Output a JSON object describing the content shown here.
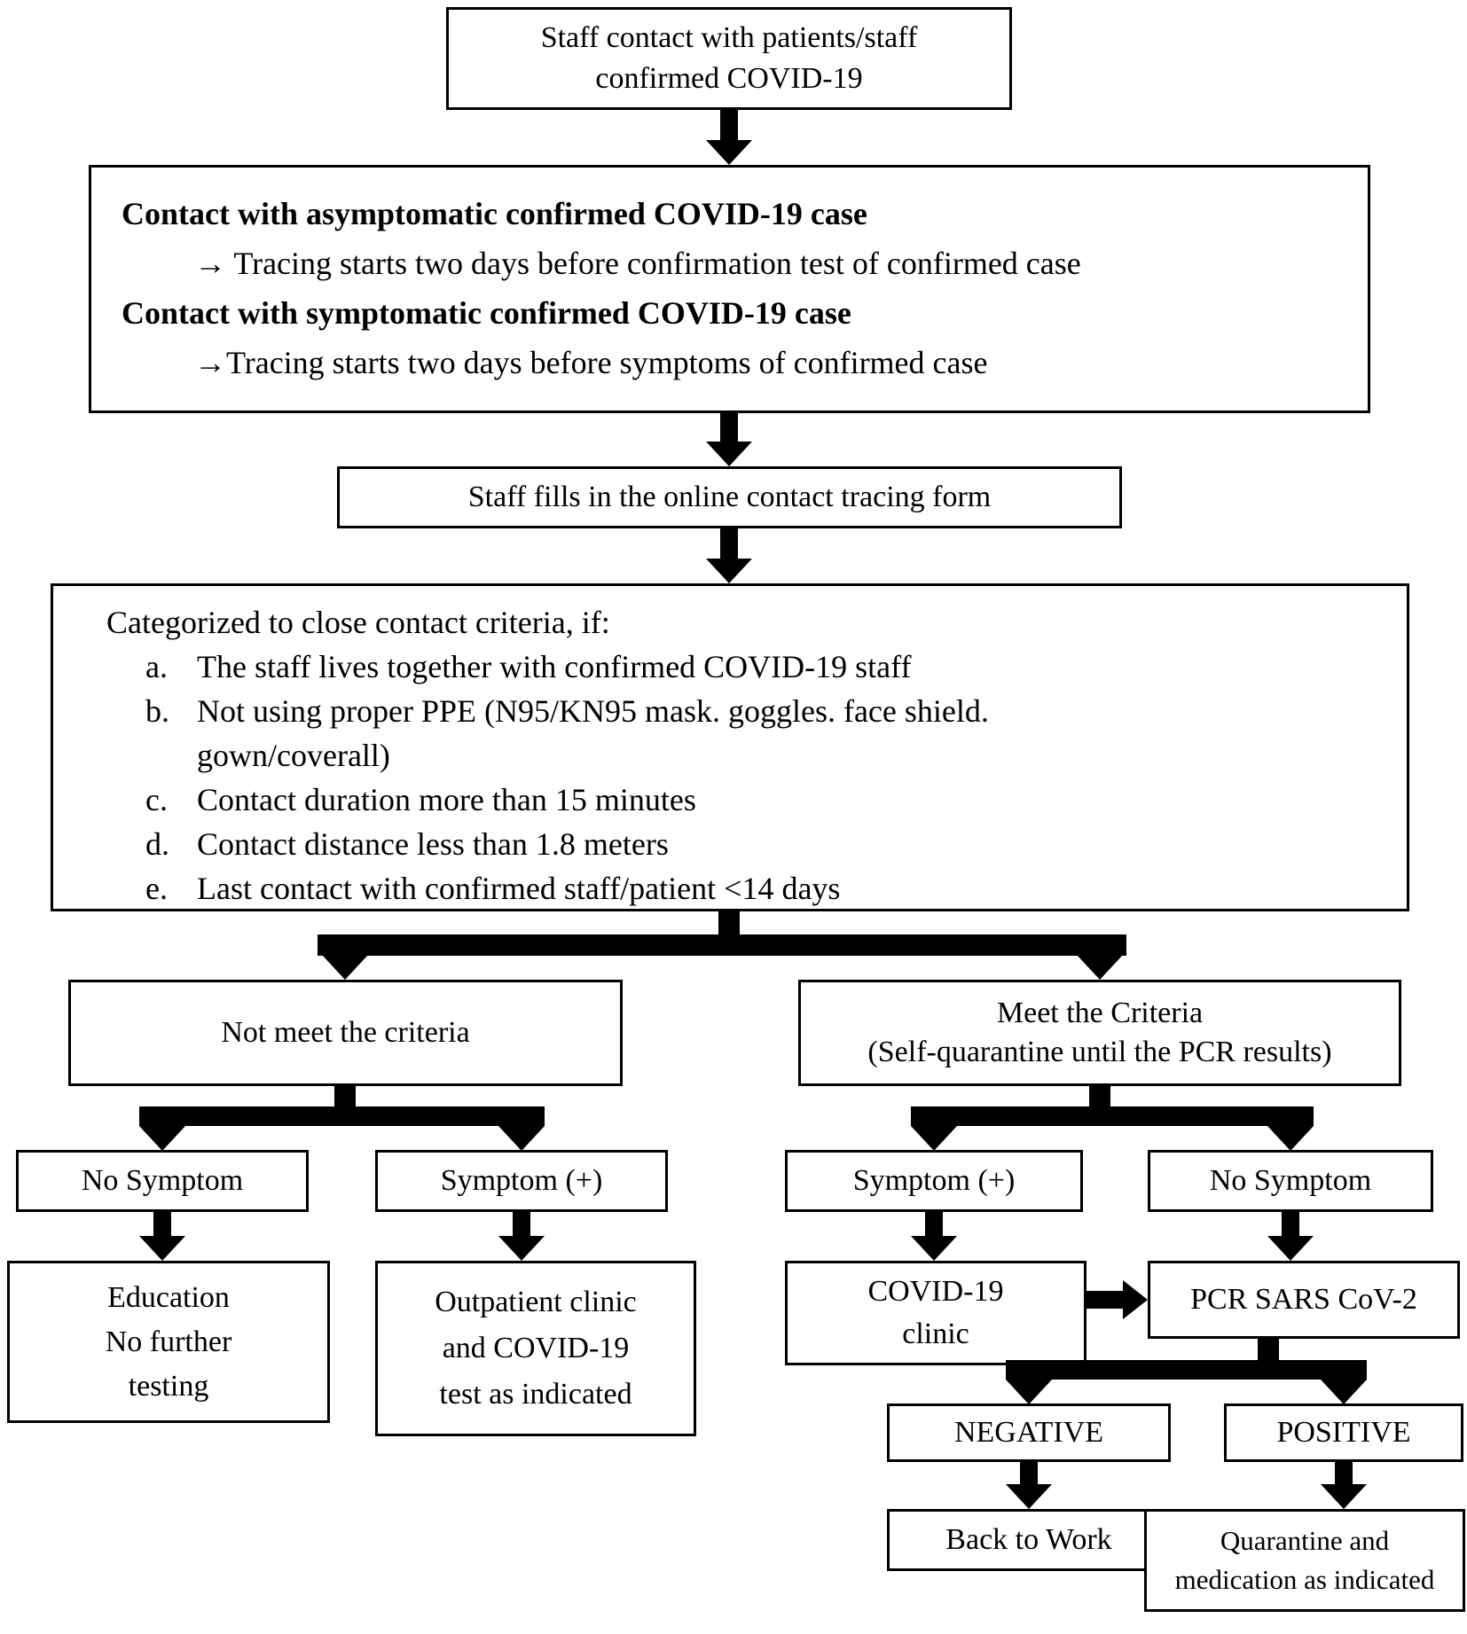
{
  "diagram": {
    "colors": {
      "line": "#000000",
      "background": "#ffffff"
    },
    "nodes": {
      "staff_contact": {
        "lines": [
          "Staff contact with patients/staff",
          "confirmed COVID-19"
        ]
      },
      "tracing_rules": {
        "bold1": "Contact with asymptomatic confirmed COVID-19 case",
        "detail1": "→ Tracing starts two days before confirmation test of confirmed case",
        "bold2": "Contact with symptomatic confirmed COVID-19 case",
        "detail2": "→Tracing starts two days before symptoms of confirmed case"
      },
      "online_form": {
        "text": "Staff fills in the online contact tracing form"
      },
      "criteria": {
        "title": "Categorized to close contact criteria, if:",
        "items": [
          {
            "letter": "a.",
            "lines": [
              "The staff lives together with confirmed COVID-19 staff"
            ]
          },
          {
            "letter": "b.",
            "lines": [
              "Not using proper PPE (N95/KN95 mask. goggles. face shield.",
              "gown/coverall)"
            ]
          },
          {
            "letter": "c.",
            "lines": [
              "Contact duration more than 15 minutes"
            ]
          },
          {
            "letter": "d.",
            "lines": [
              "Contact distance less than 1.8 meters"
            ]
          },
          {
            "letter": "e.",
            "lines": [
              "Last contact with confirmed staff/patient <14 days"
            ]
          }
        ]
      },
      "not_meet": {
        "text": "Not meet the criteria"
      },
      "meet": {
        "lines": [
          "Meet the Criteria",
          "(Self-quarantine until the PCR results)"
        ]
      },
      "no_symptom_left": {
        "text": "No Symptom"
      },
      "symptom_left": {
        "text": "Symptom (+)"
      },
      "symptom_right": {
        "text": "Symptom (+)"
      },
      "no_symptom_right": {
        "text": "No Symptom"
      },
      "education": {
        "lines": [
          "Education",
          "No further",
          "testing"
        ]
      },
      "outpatient": {
        "lines": [
          "Outpatient clinic",
          "and COVID-19",
          "test as indicated"
        ]
      },
      "covid_clinic": {
        "lines": [
          "COVID-19",
          "clinic"
        ]
      },
      "pcr": {
        "text": "PCR SARS CoV-2"
      },
      "negative": {
        "text": "NEGATIVE"
      },
      "positive": {
        "text": "POSITIVE"
      },
      "back_to_work": {
        "text": "Back to Work"
      },
      "quarantine": {
        "lines": [
          "Quarantine and",
          "medication as indicated"
        ]
      }
    }
  }
}
